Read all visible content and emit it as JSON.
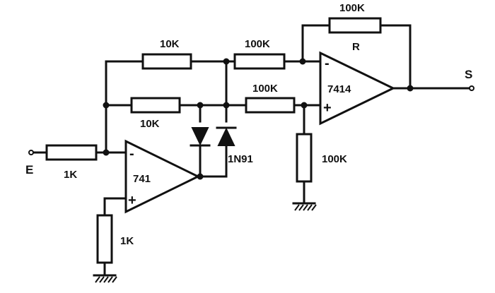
{
  "diagram": {
    "input_label": "E",
    "output_label": "S",
    "opamp1": {
      "name": "741",
      "minus": "-",
      "plus": "+"
    },
    "opamp2": {
      "name": "7414",
      "minus": "-",
      "plus": "+"
    },
    "resistors": {
      "r_in": "1K",
      "r_plus_ground": "1K",
      "r_top_left": "10K",
      "r_mid_left": "10K",
      "r_top_right": "100K",
      "r_mid_right": "100K",
      "r_plus2_ground": "100K",
      "r_feedback": "100K",
      "r_feedback_name": "R"
    },
    "diode_label": "1N91"
  }
}
